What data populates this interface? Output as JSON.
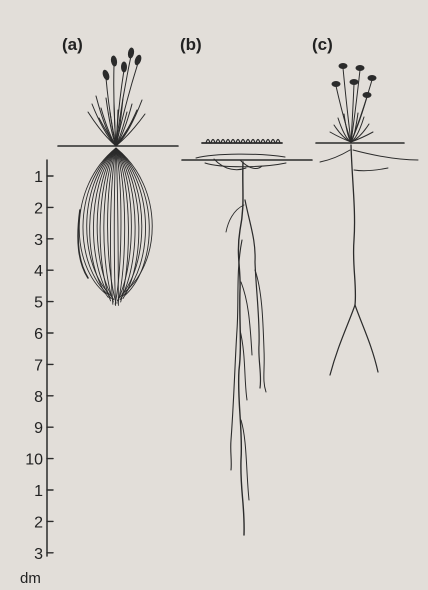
{
  "panels": {
    "a": "(a)",
    "b": "(b)",
    "c": "(c)"
  },
  "scale": {
    "tick_labels": [
      "1",
      "2",
      "3",
      "4",
      "5",
      "6",
      "7",
      "8",
      "9",
      "10",
      "1",
      "2",
      "3"
    ],
    "unit": "dm"
  },
  "colors": {
    "background": "#e9e6e0",
    "ink": "#2b2b2b"
  }
}
